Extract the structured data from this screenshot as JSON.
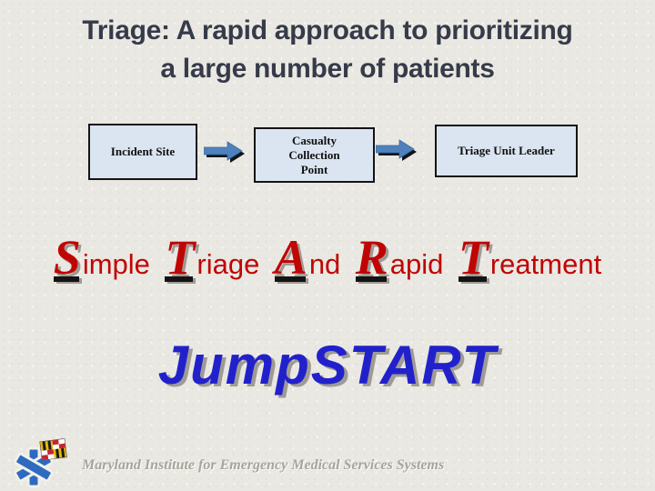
{
  "slide": {
    "title": {
      "line1": "Triage: A rapid approach to prioritizing",
      "line2": "a large number of patients"
    },
    "flow": {
      "boxes": [
        {
          "label": "Incident Site"
        },
        {
          "label": "Casualty Collection Point"
        },
        {
          "label": "Triage Unit Leader"
        }
      ],
      "arrow_icon": "right-block-arrow"
    },
    "acronym": {
      "parts": [
        {
          "cap": "S",
          "rest": "imple"
        },
        {
          "cap": "T",
          "rest": "riage"
        },
        {
          "cap": "A",
          "rest": "nd"
        },
        {
          "cap": "R",
          "rest": "apid"
        },
        {
          "cap": "T",
          "rest": "reatment"
        }
      ]
    },
    "jumpstart_label": "JumpSTART",
    "footer": {
      "org_name": "Maryland Institute for Emergency Medical Services Systems",
      "logo_icons": [
        "star-of-life-icon",
        "maryland-flag-icon"
      ]
    },
    "colors": {
      "background": "#eae8e2",
      "title_text": "#363b4a",
      "box_fill": "#dbe5f1",
      "box_border": "#141414",
      "arrow_fill": "#4f81bd",
      "arrow_shadow": "#10141c",
      "acronym_red": "#c00505",
      "underline_black": "#141414",
      "jumpstart_blue": "#2121cc",
      "shadow_gray": "#9f9b94",
      "footer_gray": "#a8a49b",
      "star_of_life_blue": "#2e6ac0"
    }
  }
}
